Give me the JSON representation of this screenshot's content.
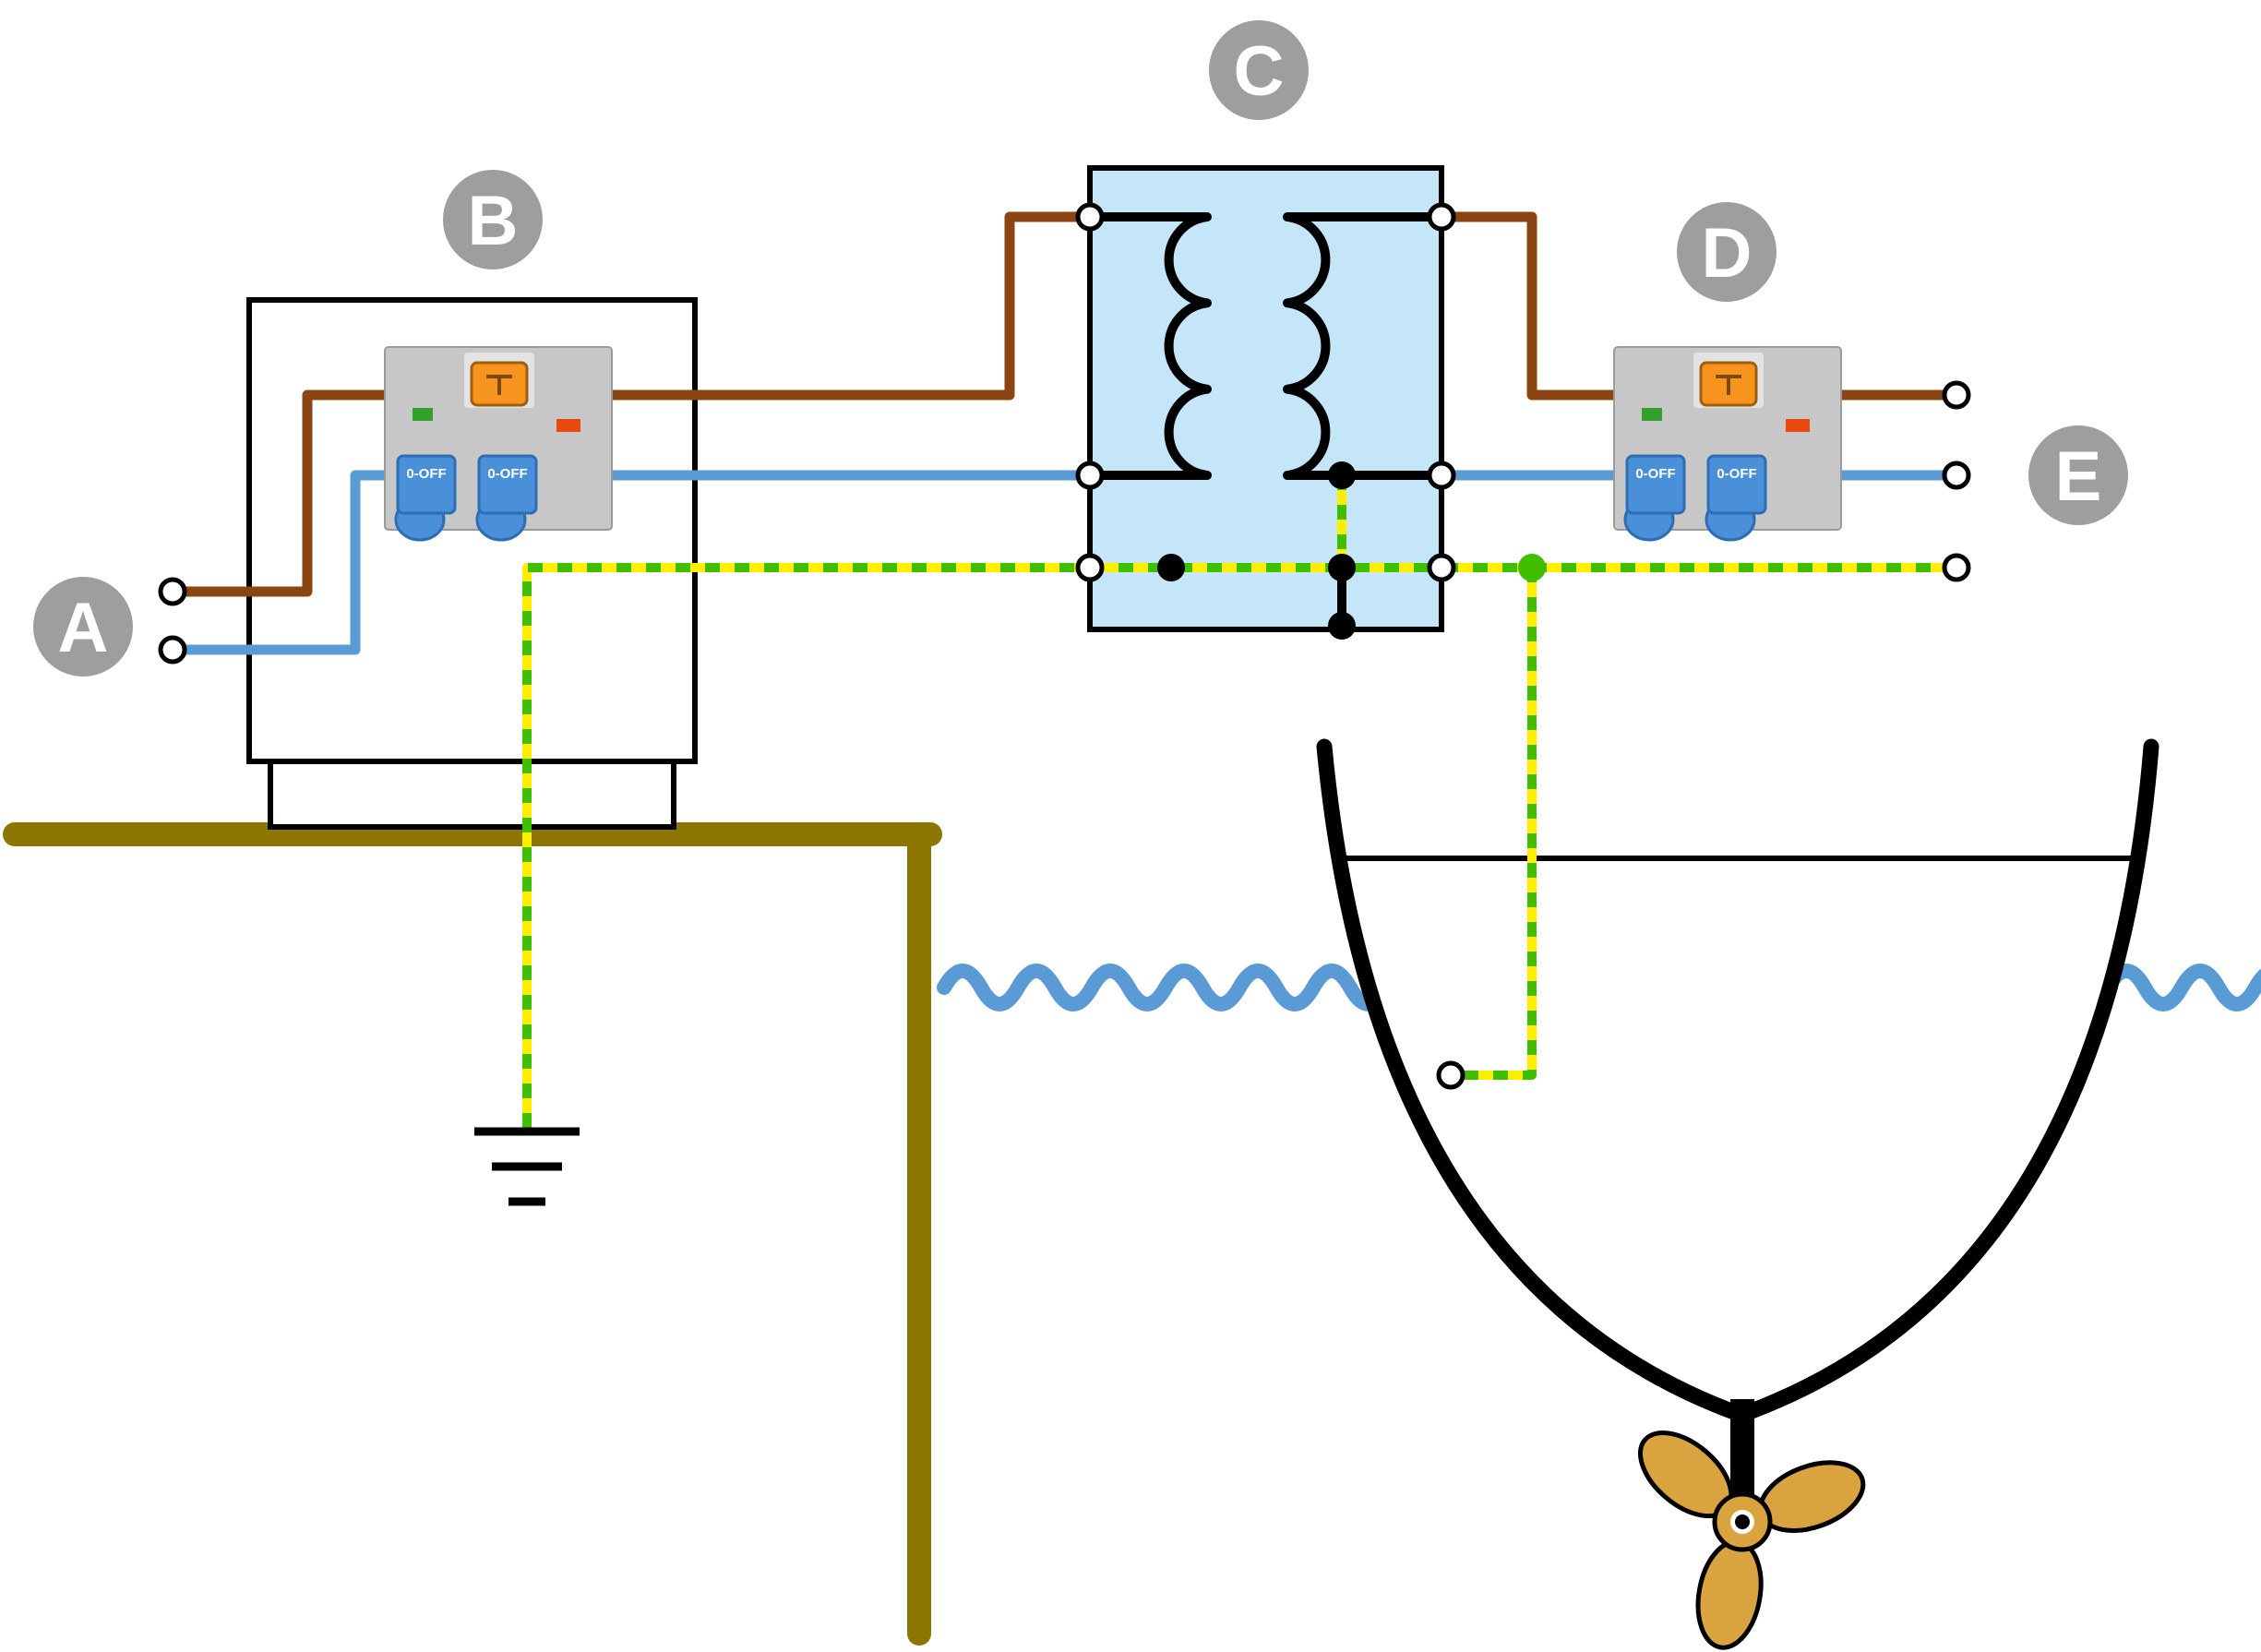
{
  "labels": {
    "a": "A",
    "b": "B",
    "c": "C",
    "d": "D",
    "e": "E"
  },
  "devices": {
    "switch_label": "0-OFF"
  },
  "colors": {
    "live_brown": "#8b4513",
    "neutral_blue": "#5b9bd5",
    "earth_green": "#3fbf00",
    "earth_yellow": "#ffee00",
    "water_blue": "#5b9bd5",
    "dock_olive": "#8c7500",
    "transformer_fill": "#c5e5f9",
    "label_gray": "#9e9e9e",
    "propeller_gold": "#d9a440",
    "panel_gray": "#c7c7c7",
    "switch_blue": "#4a90d9",
    "button_orange": "#f7941d",
    "led_green": "#33a02c",
    "indicator_red": "#e8490f"
  }
}
